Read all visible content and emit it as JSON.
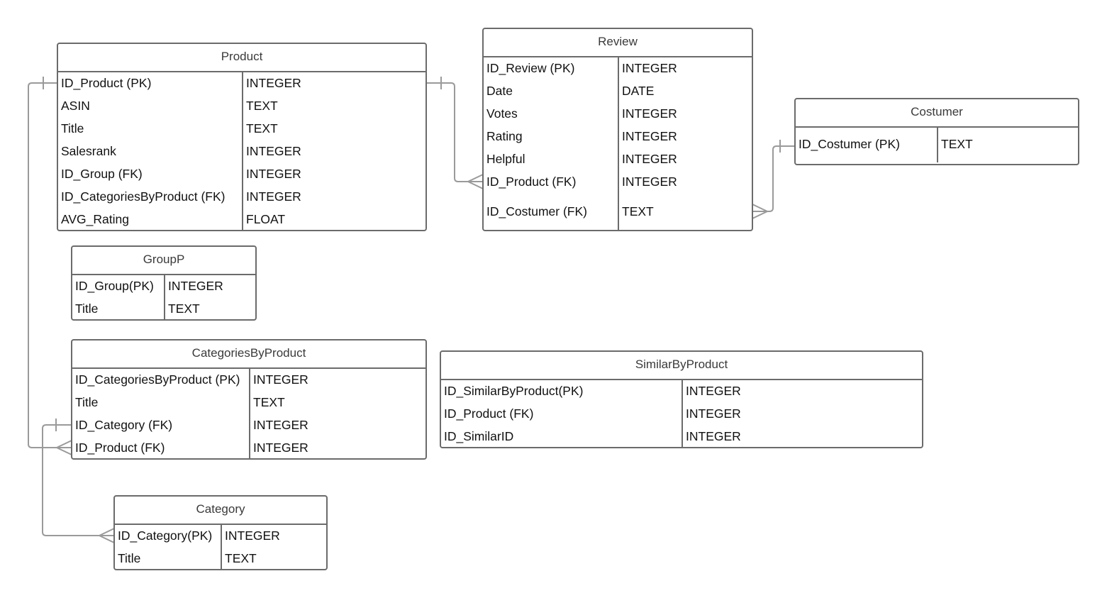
{
  "colors": {
    "border": "#6b6b6b",
    "connector": "#9a9a9a",
    "text": "#111111"
  },
  "tables": {
    "product": {
      "title": "Product",
      "rows": [
        {
          "name": "ID_Product (PK)",
          "type": "INTEGER"
        },
        {
          "name": "ASIN",
          "type": "TEXT"
        },
        {
          "name": "Title",
          "type": "TEXT"
        },
        {
          "name": "Salesrank",
          "type": "INTEGER"
        },
        {
          "name": "ID_Group (FK)",
          "type": "INTEGER"
        },
        {
          "name": "ID_CategoriesByProduct (FK)",
          "type": "INTEGER"
        },
        {
          "name": "AVG_Rating",
          "type": "FLOAT"
        }
      ]
    },
    "review": {
      "title": "Review",
      "rows": [
        {
          "name": "ID_Review (PK)",
          "type": "INTEGER"
        },
        {
          "name": "Date",
          "type": "DATE"
        },
        {
          "name": "Votes",
          "type": "INTEGER"
        },
        {
          "name": "Rating",
          "type": "INTEGER"
        },
        {
          "name": "Helpful",
          "type": "INTEGER"
        },
        {
          "name": "ID_Product (FK)",
          "type": "INTEGER"
        },
        {
          "name": "ID_Costumer (FK)",
          "type": "TEXT"
        }
      ]
    },
    "costumer": {
      "title": "Costumer",
      "rows": [
        {
          "name": "ID_Costumer (PK)",
          "type": "TEXT"
        }
      ]
    },
    "groupp": {
      "title": "GroupP",
      "rows": [
        {
          "name": "ID_Group(PK)",
          "type": "INTEGER"
        },
        {
          "name": "Title",
          "type": "TEXT"
        }
      ]
    },
    "categories_by_product": {
      "title": "CategoriesByProduct",
      "rows": [
        {
          "name": "ID_CategoriesByProduct (PK)",
          "type": "INTEGER"
        },
        {
          "name": "Title",
          "type": "TEXT"
        },
        {
          "name": "ID_Category (FK)",
          "type": "INTEGER"
        },
        {
          "name": "ID_Product (FK)",
          "type": "INTEGER"
        }
      ]
    },
    "similar_by_product": {
      "title": "SimilarByProduct",
      "rows": [
        {
          "name": "ID_SimilarByProduct(PK)",
          "type": "INTEGER"
        },
        {
          "name": "ID_Product (FK)",
          "type": "INTEGER"
        },
        {
          "name": "ID_SimilarID",
          "type": "INTEGER"
        }
      ]
    },
    "category": {
      "title": "Category",
      "rows": [
        {
          "name": "ID_Category(PK)",
          "type": "INTEGER"
        },
        {
          "name": "Title",
          "type": "TEXT"
        }
      ]
    }
  },
  "relationships": [
    {
      "from": "Product.ID_Product (PK)",
      "from_end": "one",
      "to": "Review.ID_Product (FK)",
      "to_end": "many"
    },
    {
      "from": "Costumer.ID_Costumer (PK)",
      "from_end": "one",
      "to": "Review.ID_Costumer (FK)",
      "to_end": "many"
    },
    {
      "from": "Product.ID_Product (PK)",
      "from_end": "one",
      "to": "CategoriesByProduct.ID_Product (FK)",
      "to_end": "many"
    },
    {
      "from": "CategoriesByProduct.ID_Category (FK)",
      "from_end": "one",
      "to": "Category.ID_Category(PK)",
      "to_end": "many"
    }
  ]
}
